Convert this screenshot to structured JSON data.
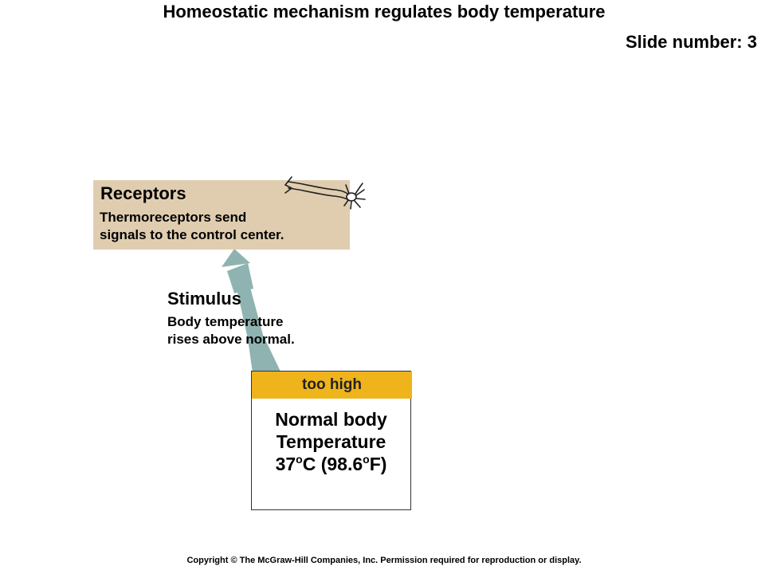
{
  "header": {
    "title": "Homeostatic mechanism regulates body temperature",
    "slide_number": "Slide number: 3"
  },
  "receptors": {
    "heading": "Receptors",
    "line1": "Thermoreceptors send",
    "line2": "signals to the control center."
  },
  "stimulus": {
    "heading": "Stimulus",
    "line1": "Body temperature",
    "line2": "rises above normal."
  },
  "set_point": {
    "too_high_label": "too high",
    "line1": "Normal body",
    "line2": "Temperature",
    "celsius_value": "37",
    "degree_symbol": "o",
    "celsius_unit": "C (98.6",
    "fahrenheit_unit": "F)"
  },
  "footer": {
    "copyright": "Copyright © The McGraw-Hill Companies, Inc. Permission required for reproduction or display."
  },
  "colors": {
    "receptor_box": "#e0cdb0",
    "too_high_band": "#efb41b",
    "arrow": "#8fb3b0"
  },
  "icons": {
    "neuron": "neuron-icon",
    "arrow": "up-arrow-icon"
  }
}
